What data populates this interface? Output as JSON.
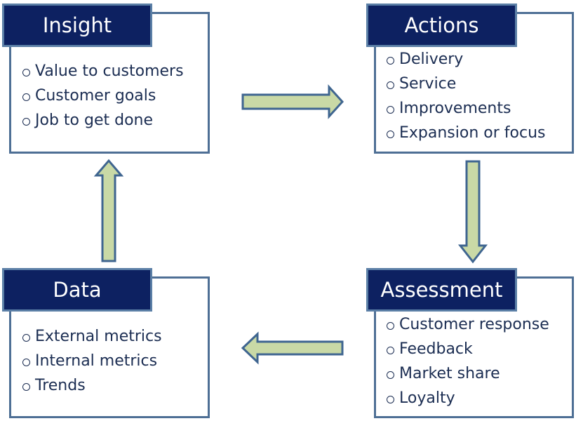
{
  "colors": {
    "header_fill": "#0d2161",
    "panel_border": "#4e6f95",
    "arrow_fill": "#c9d9a6",
    "arrow_stroke": "#3f6590",
    "text": "#1b2d52"
  },
  "boxes": {
    "insight": {
      "title": "Insight",
      "items": [
        "Value to customers",
        "Customer goals",
        "Job to get done"
      ]
    },
    "actions": {
      "title": "Actions",
      "items": [
        "Delivery",
        "Service",
        "Improvements",
        "Expansion or focus"
      ]
    },
    "assessment": {
      "title": "Assessment",
      "items": [
        "Customer response",
        "Feedback",
        "Market share",
        "Loyalty"
      ]
    },
    "data": {
      "title": "Data",
      "items": [
        "External metrics",
        "Internal metrics",
        "Trends"
      ]
    }
  },
  "flow": [
    {
      "from": "insight",
      "to": "actions"
    },
    {
      "from": "actions",
      "to": "assessment"
    },
    {
      "from": "assessment",
      "to": "data"
    },
    {
      "from": "data",
      "to": "insight"
    }
  ]
}
